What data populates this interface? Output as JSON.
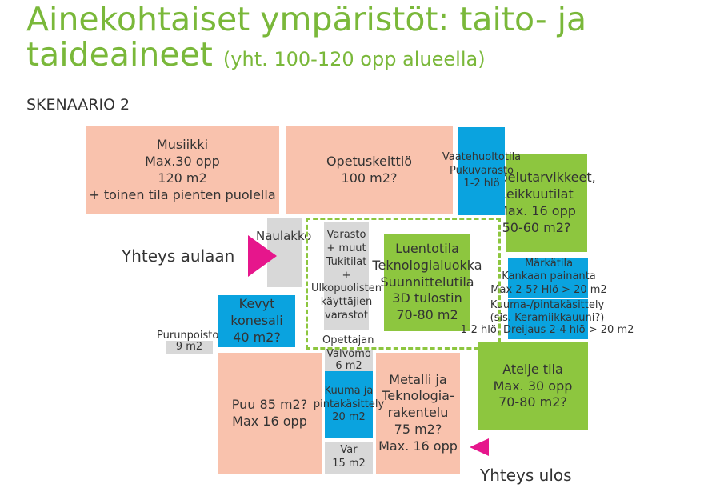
{
  "header": {
    "title_main": "Ainekohtaiset ympäristöt: taito- ja",
    "title_line2": "taideaineet",
    "title_sub": "(yht. 100-120 opp alueella)",
    "scenario": "SKENAARIO 2"
  },
  "colors": {
    "pink": "#f9c2ad",
    "blue": "#0aa3df",
    "green": "#8dc63f",
    "grey": "#d8d8d8",
    "arrow": "#e6168c",
    "title": "#7ab83a"
  },
  "rooms": {
    "musiikki": "Musiikki\nMax.30 opp\n120 m2\n+ toinen tila pienten puolella",
    "opetuskeittio": "Opetuskeittiö\n100 m2?",
    "vaatehuolto": "Vaatehuoltotila\nPukuvarasto\n1-2 hlö",
    "ompelu": "Ompelutarvikkeet,\nLeikkuutilat\nMax. 16 opp\n50-60 m2?",
    "naulakko": "Naulakko",
    "varasto": "Varasto\n+ muut\nTukitilat\n+\nUlkopuolisten\nkäyttäjien\nvarastot",
    "opettajan": "Opettajan",
    "luentotila": "Luentotila\nTeknologialuokka\nSuunnittelutila\n3D tulostin\n70-80 m2",
    "markatila": "Märkätila\nKankaan painanta\nMax 2-5? Hlö > 20 m2",
    "kuuma_pinta": "Kuuma-/pintakäsittely\n(sis. Keramiikkauuni?)\n1-2 hlö, Dreijaus 2-4 hlö > 20 m2",
    "kevyt": "Kevyt konesali\n40 m2?",
    "purunpoisto": "Purunpoisto",
    "purunpoisto_area": "9 m2",
    "valvomo": "Valvomo\n6 m2",
    "kuuma_ja": "Kuuma ja\npintakäsittely\n20 m2",
    "var": "Var\n15 m2",
    "puu": "Puu 85 m2?\nMax 16 opp",
    "metalli": "Metalli ja\nTeknologia-\nrakentelu\n75 m2?\nMax. 16 opp",
    "atelje": "Atelje tila\nMax. 30 opp\n70-80 m2?"
  },
  "labels": {
    "yhteys_aulaan": "Yhteys aulaan",
    "yhteys_ulos": "Yhteys ulos"
  },
  "icons": {
    "aula_arrow": "pink-triangle-right",
    "ulos_arrow": "pink-triangle-left"
  }
}
